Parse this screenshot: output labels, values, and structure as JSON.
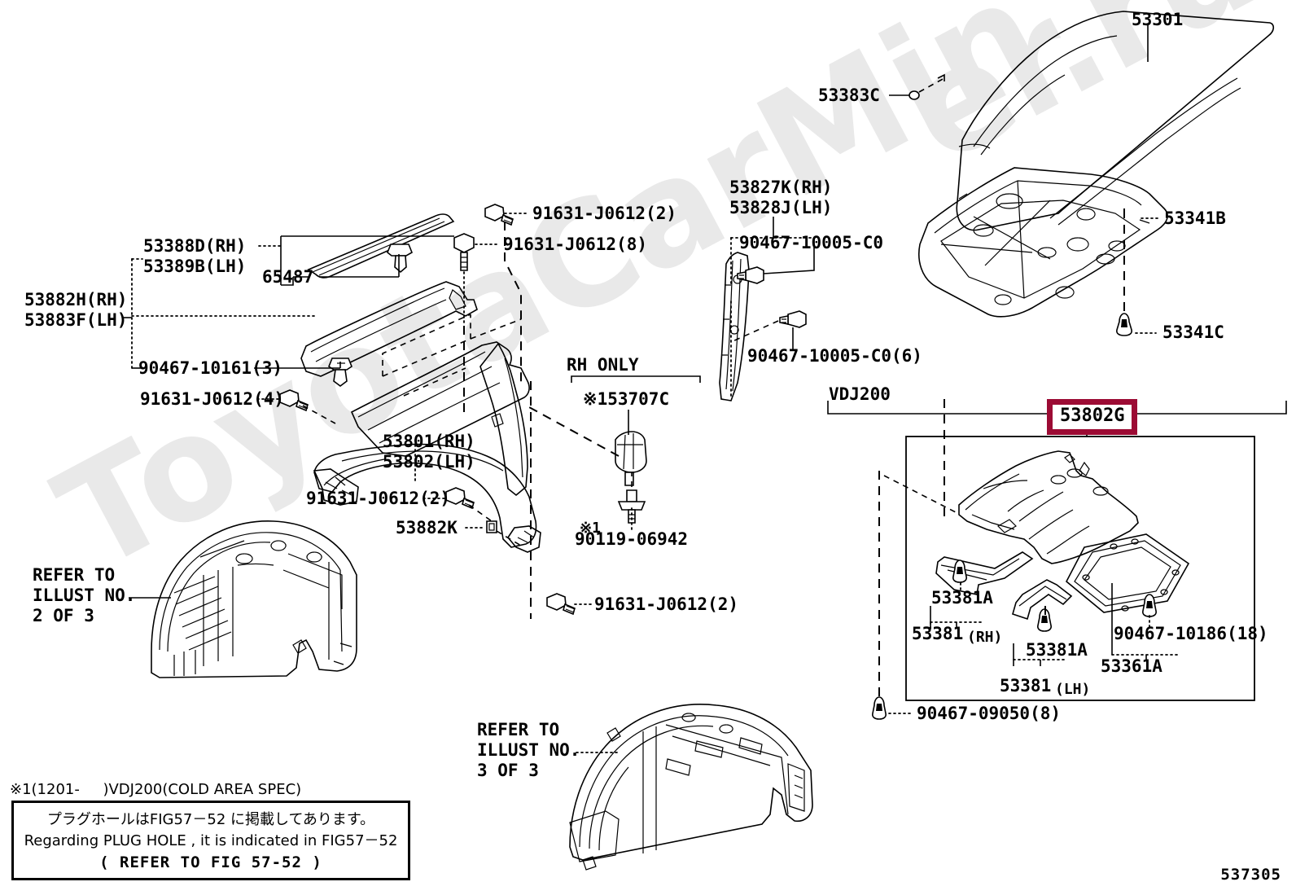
{
  "figure": {
    "number": "537305",
    "watermark": "ToyotaCarMiner.ru",
    "watermark_part_a": "ToyotaCarMin",
    "watermark_part_b": "er.ru"
  },
  "labels": {
    "hood_panel": "53301",
    "hood_cushion": "53383C",
    "hood_insulator": "53341B",
    "insulator_clip": "53341C",
    "fender_garnish_rh": "53388D(RH)",
    "fender_garnish_lh": "53389B(LH)",
    "garnish_seal": "65487",
    "fender_upper_rh": "53882H(RH)",
    "fender_upper_lh": "53883F(LH)",
    "clip_90467_10161": "90467-10161(3)",
    "bolt_91631_4": "91631-J0612(4)",
    "bolt_91631_2_top": "91631-J0612(2)",
    "bolt_91631_8": "91631-J0612(8)",
    "fender_rh": "53801(RH)",
    "fender_lh": "53802(LH)",
    "bolt_91631_2_mid": "91631-J0612(2)",
    "bracket_53882k": "53882K",
    "bolt_91631_2_low": "91631-J0612(2)",
    "rh_only": "RH ONLY",
    "part_153707c": "※153707C",
    "part_90119_mark": "※1",
    "part_90119": "90119-06942",
    "seal_rh": "53827K(RH)",
    "seal_lh": "53828J(LH)",
    "clip_90467_10005": "90467-10005-C0",
    "clip_90467_10005_6": "90467-10005-C0(6)",
    "model_vdj200": "VDJ200",
    "highlight_part": "53802G",
    "bracket_53381a_1": "53381A",
    "bracket_53381_rh_num": "53381",
    "bracket_53381_rh_side": "(RH)",
    "bracket_53381a_2": "53381A",
    "bracket_53381_lh_num": "53381",
    "bracket_53381_lh_side": "(LH)",
    "clip_90467_10186": "90467-10186(18)",
    "part_53361a": "53361A",
    "clip_90467_09050": "90467-09050(8)"
  },
  "refer_blocks": {
    "illust2": {
      "line1": "REFER TO",
      "line2": "ILLUST NO.",
      "line3": "2 OF 3"
    },
    "illust3": {
      "line1": "REFER TO",
      "line2": "ILLUST NO.",
      "line3": "3 OF 3"
    }
  },
  "footnotes": {
    "cold_area": "※1(1201-     )VDJ200(COLD AREA SPEC)",
    "box_line_jp": "プラグホールはFIG57－52 に掲載してあります。",
    "box_line_en": "Regarding  PLUG  HOLE , it is  indicated  in  FIG57－52",
    "box_line_ref": "(   REFER TO FIG 57-52  )"
  },
  "colors": {
    "highlight_border": "#9c0b34",
    "line": "#000000",
    "background": "#ffffff",
    "watermark": "#e9e9e9"
  }
}
